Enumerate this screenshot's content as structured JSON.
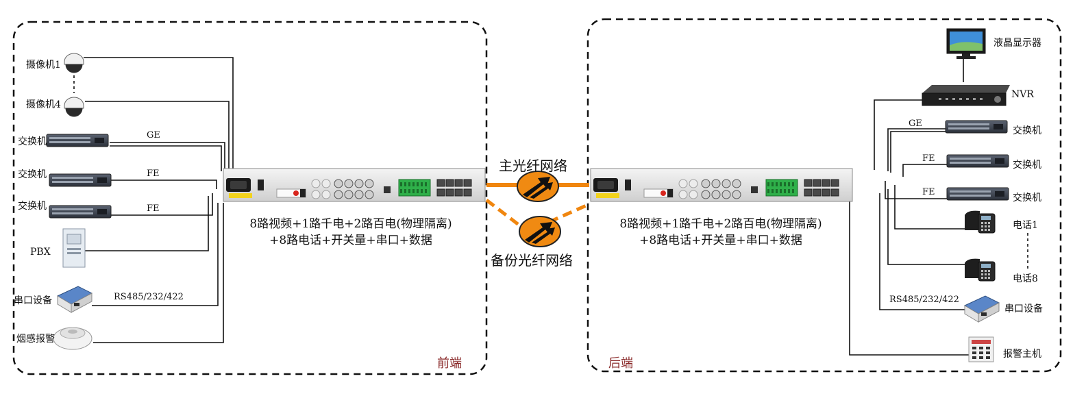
{
  "zones": {
    "front": "前端",
    "back": "后端"
  },
  "networks": {
    "main": "主光纤网络",
    "backup": "备份光纤网络"
  },
  "front_devices": {
    "camera1": "摄像机1",
    "camera4": "摄像机4",
    "switch1": "交换机",
    "switch2": "交换机",
    "switch3": "交换机",
    "pbx": "PBX",
    "serial": "串口设备",
    "smoke": "烟感报警"
  },
  "front_links": {
    "ge": "GE",
    "fe1": "FE",
    "fe2": "FE",
    "rs": "RS485/232/422"
  },
  "back_devices": {
    "lcd": "液晶显示器",
    "nvr": "NVR",
    "switch1": "交换机",
    "switch2": "交换机",
    "switch3": "交换机",
    "phone1": "电话1",
    "phone8": "电话8",
    "serial": "串口设备",
    "alarm": "报警主机"
  },
  "back_links": {
    "ge": "GE",
    "fe1": "FE",
    "fe2": "FE",
    "rs": "RS485/232/422"
  },
  "terminal_caption": {
    "line1": "8路视频+1路千电+2路百电(物理隔离)",
    "line2": "+8路电话+开关量+串口+数据"
  },
  "colors": {
    "fiber": "#f0860f",
    "arrow_fill": "#f08a12",
    "zone_label": "#8a2a2a"
  }
}
